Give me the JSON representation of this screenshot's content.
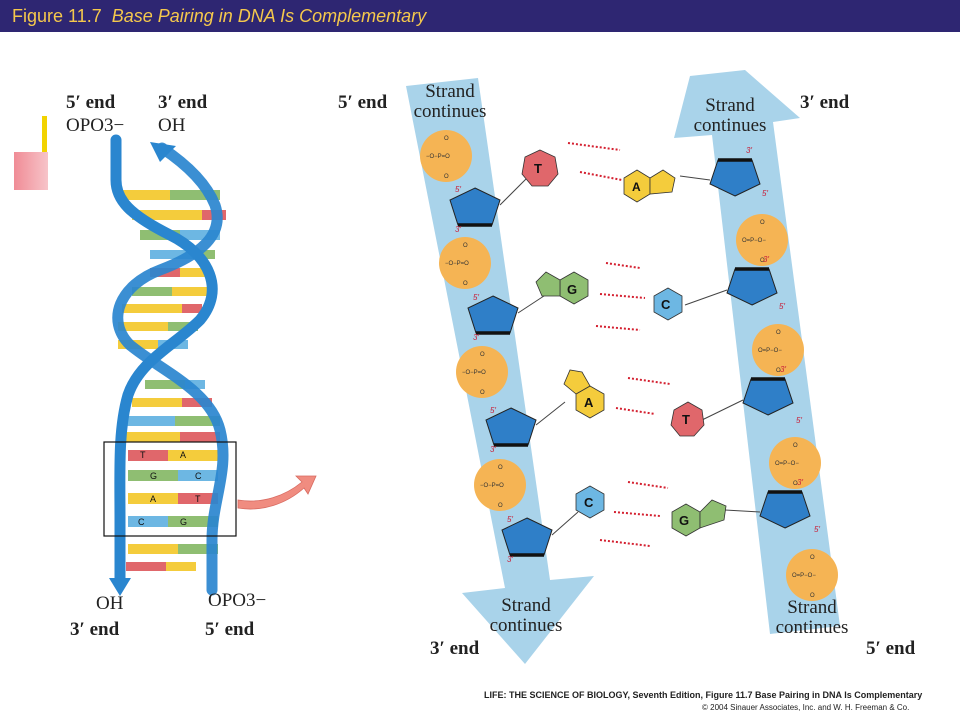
{
  "title": {
    "figure_number": "Figure 11.7",
    "caption": "Base Pairing in DNA Is Complementary"
  },
  "helix": {
    "top_left_end": "5′ end",
    "top_left_group": "OPO3−",
    "top_right_end": "3′ end",
    "top_right_group": "OH",
    "bottom_left_group": "OH",
    "bottom_left_end": "3′ end",
    "bottom_right_group": "OPO3−",
    "bottom_right_end": "5′ end",
    "boxed_pairs": [
      {
        "left": "T",
        "right": "A"
      },
      {
        "left": "G",
        "right": "C"
      },
      {
        "left": "A",
        "right": "T"
      },
      {
        "left": "C",
        "right": "G"
      }
    ]
  },
  "detail": {
    "left_top_end": "5′ end",
    "right_top_end": "3′ end",
    "left_bottom_end": "3′ end",
    "right_bottom_end": "5′ end",
    "strand_continues": "Strand continues",
    "pairs": [
      {
        "left": "T",
        "right": "A"
      },
      {
        "left": "G",
        "right": "C"
      },
      {
        "left": "A",
        "right": "T"
      },
      {
        "left": "C",
        "right": "G"
      }
    ],
    "prime5": "5′",
    "prime3": "3′"
  },
  "credit": {
    "line1": "LIFE: THE SCIENCE OF BIOLOGY, Seventh Edition, Figure 11.7 Base Pairing in DNA Is Complementary",
    "line2": "© 2004 Sinauer Associates, Inc. and W. H. Freeman & Co."
  },
  "colors": {
    "title_bar": "#2e2672",
    "title_text": "#f5c84c",
    "backbone": "#a9d3ea",
    "helix_blue": "#2a86cf",
    "thymine": "#e0676b",
    "adenine": "#f4cc3c",
    "guanine": "#8fbe72",
    "cytosine": "#6db7e3",
    "phosphate": "#f5b454",
    "sugar": "#2f7fc8"
  }
}
